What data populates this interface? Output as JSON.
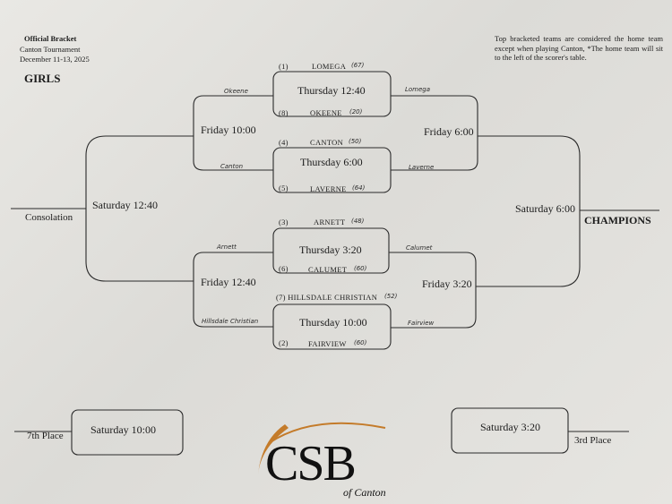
{
  "header": {
    "title": "Official Bracket",
    "tournament": "Canton Tournament",
    "dates": "December 11-13, 2025",
    "division": "GIRLS",
    "note": "Top bracketed teams are considered the home team except when playing Canton, *The home team will sit to the left of the scorer's table."
  },
  "games": {
    "g1": {
      "time": "Thursday 12:40",
      "top_seed": "(1)",
      "top_team": "LOMEGA",
      "top_score": "(67)",
      "bottom_seed": "(8)",
      "bottom_team": "OKEENE",
      "bottom_score": "(20)"
    },
    "g2": {
      "time": "Thursday 6:00",
      "top_seed": "(4)",
      "top_team": "CANTON",
      "top_score": "(50)",
      "bottom_seed": "(5)",
      "bottom_team": "LAVERNE",
      "bottom_score": "(64)"
    },
    "g3": {
      "time": "Thursday 3:20",
      "top_seed": "(3)",
      "top_team": "ARNETT",
      "top_score": "(48)",
      "bottom_seed": "(6)",
      "bottom_team": "CALUMET",
      "bottom_score": "(60)"
    },
    "g4": {
      "time": "Thursday 10:00",
      "top_team": "(7) HILLSDALE CHRISTIAN",
      "top_score": "(52)",
      "bottom_seed": "(2)",
      "bottom_team": "FAIRVIEW",
      "bottom_score": "(60)"
    }
  },
  "handwritten": {
    "okeene": "Okeene",
    "canton": "Canton",
    "lomega": "Lomega",
    "laverne": "Laverne",
    "arnett": "Arnett",
    "hillsdale": "Hillsdale Christian",
    "calumet": "Calumet",
    "fairview": "Fairview"
  },
  "second_round": {
    "consolation_top": "Friday 10:00",
    "consolation_bottom": "Friday 12:40",
    "winners_top": "Friday 6:00",
    "winners_bottom": "Friday 3:20"
  },
  "finals": {
    "consolation_game": "Saturday 12:40",
    "consolation_label": "Consolation",
    "championship_game": "Saturday 6:00",
    "champions_label": "CHAMPIONS"
  },
  "placement": {
    "seventh_time": "Saturday 10:00",
    "seventh_label": "7th Place",
    "third_time": "Saturday 3:20",
    "third_label": "3rd Place"
  },
  "logo": {
    "letters": "CSB",
    "subtitle": "of Canton"
  }
}
